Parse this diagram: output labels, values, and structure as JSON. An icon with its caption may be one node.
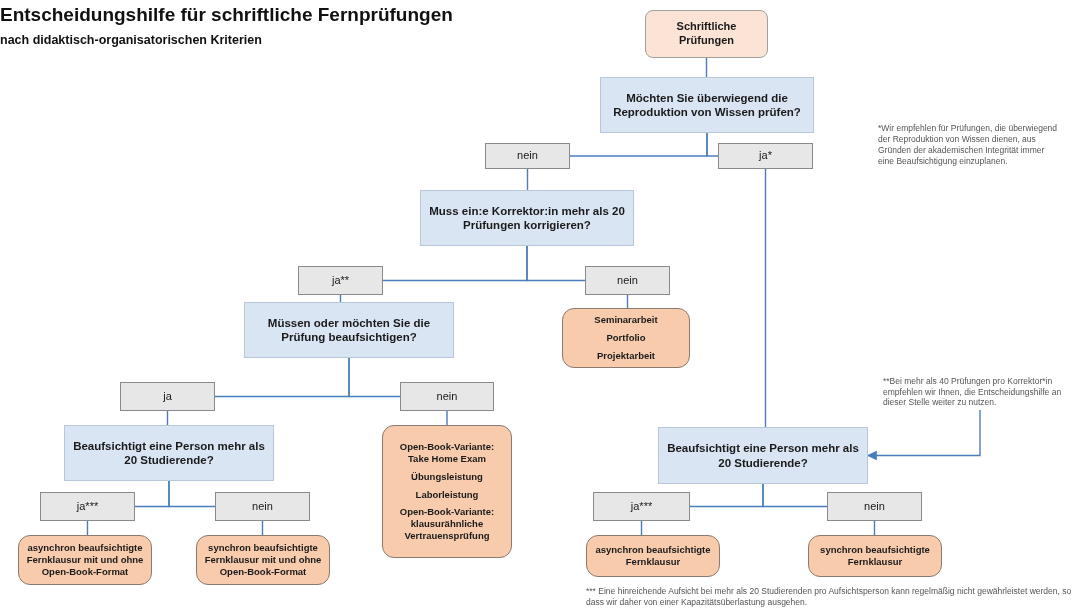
{
  "diagram": {
    "title": "Entscheidungshilfe für schriftliche Fernprüfungen",
    "nodes": [
      {
        "text": [
          "Schriftliche Prüfungen"
        ]
      },
      {
        "text": [
          "Möchten Sie überwiegend die Reproduktion von Wissen prüfen?"
        ]
      },
      {
        "text": [
          "nein"
        ]
      },
      {
        "text": [
          "ja*"
        ]
      },
      {
        "text": [
          "Muss ein:e Korrektor:in mehr als 20 Prüfungen korrigieren?"
        ]
      },
      {
        "text": [
          "ja**"
        ]
      },
      {
        "text": [
          "nein"
        ]
      },
      {
        "text": [
          "Müssen oder möchten Sie die Prüfung beaufsichtigen?"
        ]
      },
      {
        "text": [
          "Seminararbeit",
          "Portfolio",
          "Projektarbeit"
        ]
      },
      {
        "text": [
          "ja"
        ]
      },
      {
        "text": [
          "nein"
        ]
      },
      {
        "text": [
          "Beaufsichtigt eine Person mehr als 20 Studierende?"
        ]
      },
      {
        "text": [
          "Open-Book-Variante: Take Home Exam",
          "Übungsleistung",
          "Laborleistung",
          "Open-Book-Variante: klausurähnliche Vertrauensprüfung"
        ]
      },
      {
        "text": [
          "ja***"
        ]
      },
      {
        "text": [
          "nein"
        ]
      },
      {
        "text": [
          "asynchron beaufsichtigte Fernklausur mit und ohne Open-Book-Format"
        ]
      },
      {
        "text": [
          "synchron beaufsichtigte Fernklausur mit und ohne Open-Book-Format"
        ]
      },
      {
        "text": [
          "Beaufsichtigt eine Person mehr als 20 Studierende?"
        ]
      },
      {
        "text": [
          "ja***"
        ]
      },
      {
        "text": [
          "nein"
        ]
      },
      {
        "text": [
          "asynchron beaufsichtigte Fernklausur"
        ]
      },
      {
        "text": [
          "synchron beaufsichtigte Fernklausur"
        ]
      },
      {
        "text": [
          "**Bei mehr als 40 Prüfungen pro Korrektor*in empfehlen wir Ihnen, die Entscheidungshilfe an dieser Stelle weiter zu nutzen."
        ]
      }
    ],
    "edges": [
      {
        "from": 0,
        "to": 1,
        "arrow": "none"
      },
      {
        "from": 1,
        "to": 2,
        "arrow": "none"
      },
      {
        "from": 1,
        "to": 3,
        "arrow": "none"
      },
      {
        "from": 2,
        "to": 4,
        "arrow": "none"
      },
      {
        "from": 3,
        "to": 17,
        "arrow": "none"
      },
      {
        "from": 4,
        "to": 5,
        "arrow": "none"
      },
      {
        "from": 4,
        "to": 6,
        "arrow": "none"
      },
      {
        "from": 5,
        "to": 7,
        "arrow": "none"
      },
      {
        "from": 6,
        "to": 8,
        "arrow": "none"
      },
      {
        "from": 7,
        "to": 9,
        "arrow": "none"
      },
      {
        "from": 7,
        "to": 10,
        "arrow": "none"
      },
      {
        "from": 9,
        "to": 11,
        "arrow": "none"
      },
      {
        "from": 10,
        "to": 12,
        "arrow": "none"
      },
      {
        "from": 11,
        "to": 13,
        "arrow": "none"
      },
      {
        "from": 11,
        "to": 14,
        "arrow": "none"
      },
      {
        "from": 13,
        "to": 15,
        "arrow": "none"
      },
      {
        "from": 14,
        "to": 16,
        "arrow": "none"
      },
      {
        "from": 17,
        "to": 18,
        "arrow": "none"
      },
      {
        "from": 17,
        "to": 19,
        "arrow": "none"
      },
      {
        "from": 18,
        "to": 20,
        "arrow": "none"
      },
      {
        "from": 19,
        "to": 21,
        "arrow": "none"
      },
      {
        "from": 22,
        "to": 17,
        "arrow": "to"
      }
    ],
    "labels": [
      "nach didaktisch-organisatorischen Kriterien",
      "*Wir empfehlen für Prüfungen, die überwiegend der Reproduktion von Wissen dienen, aus Gründen der akademischen Integrität immer eine Beaufsichtigung einzuplanen.",
      "*** Eine hinreichende Aufsicht bei mehr als 20 Studierenden pro Aufsichtsperson kann regelmäßig nicht gewährleistet werden, so dass wir daher von einer Kapazitätsüberlastung ausgehen."
    ]
  }
}
